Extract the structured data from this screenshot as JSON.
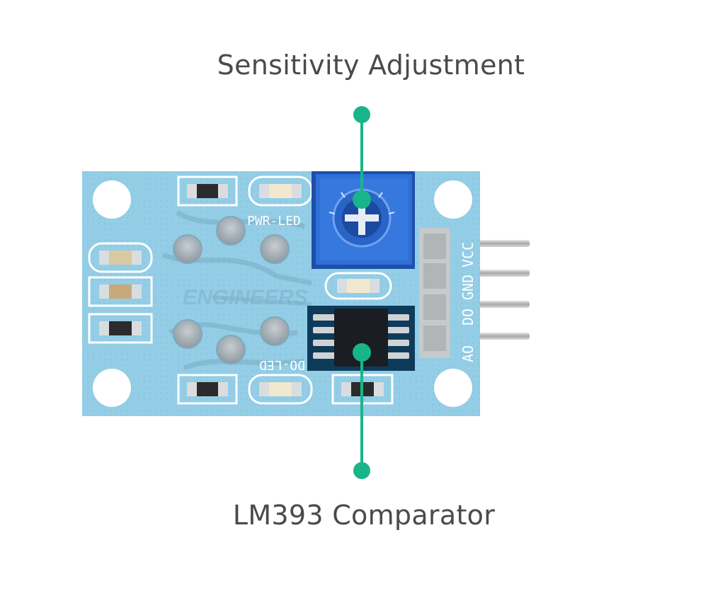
{
  "callouts": {
    "top": "Sensitivity Adjustment",
    "bottom": "LM393 Comparator"
  },
  "board": {
    "pwr_led_label": "PWR-LED",
    "do_led_label": "DO-LED",
    "pins": [
      "VCC",
      "GND",
      "DO",
      "AO"
    ],
    "watermark": "ENGINEERS"
  },
  "colors": {
    "board": "#93cde6",
    "callout_line": "#19b58a",
    "text": "#4a4a4a",
    "potentiometer": "#2f6fd8",
    "ic": "#1a1d22"
  }
}
